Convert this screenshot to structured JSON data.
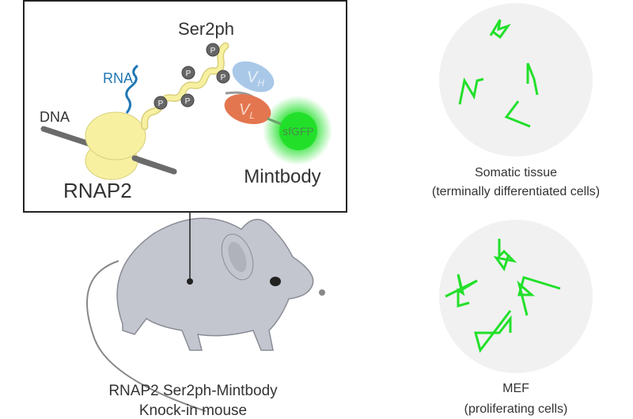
{
  "molecule_panel": {
    "dna_label": "DNA",
    "rna_label": "RNA",
    "rnap2_label": "RNAP2",
    "ser2ph_label": "Ser2ph",
    "phospho_label": "P",
    "vh_label": "V",
    "vh_sub": "H",
    "vl_label": "V",
    "vl_sub": "L",
    "sfgfp_label": "sfGFP",
    "mintbody_label": "Mintbody"
  },
  "mouse": {
    "caption_line1": "RNAP2 Ser2ph-Mintbody",
    "caption_line2": "Knock-in mouse"
  },
  "cells": [
    {
      "caption_line1": "Somatic tissue",
      "caption_line2": "(terminally differentiated cells)"
    },
    {
      "caption_line1": "MEF",
      "caption_line2": "(proliferating cells)"
    }
  ],
  "colors": {
    "gfp_green": "#22e02a",
    "rnap2_yellow": "#f7f0a0",
    "vh_blue": "#a9c8e8",
    "vl_orange": "#e3764f",
    "rna_blue": "#1f78b4",
    "mouse_gray": "#c4c6cf"
  }
}
